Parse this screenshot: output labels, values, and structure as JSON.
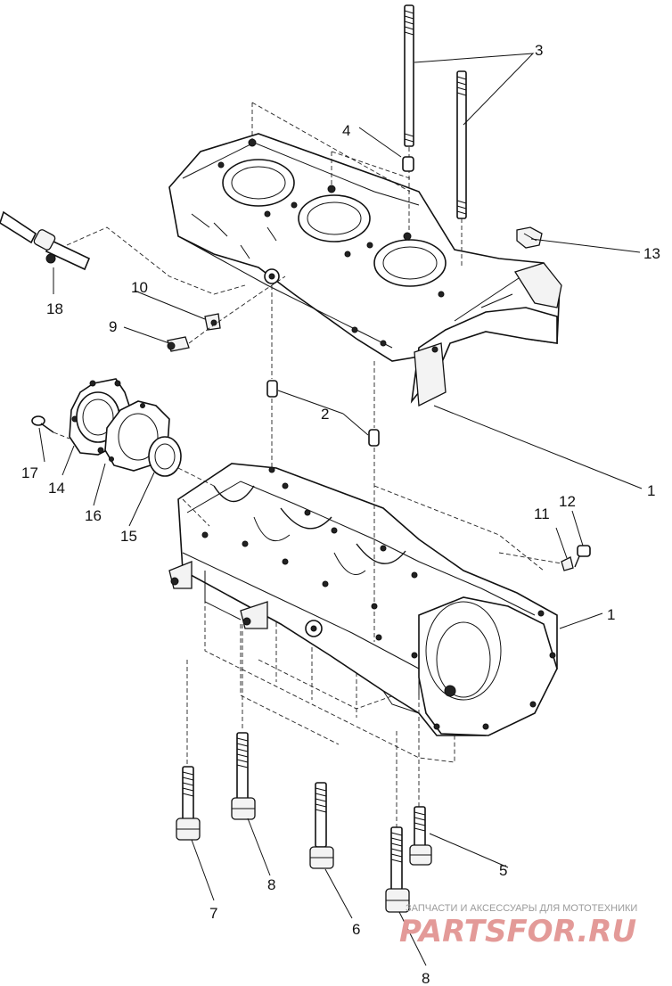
{
  "callouts": {
    "c1_upper": "1",
    "c1_lower": "1",
    "c2": "2",
    "c3": "3",
    "c4": "4",
    "c5": "5",
    "c6": "6",
    "c7": "7",
    "c8_left": "8",
    "c8_right": "8",
    "c9": "9",
    "c10": "10",
    "c11": "11",
    "c12": "12",
    "c13": "13",
    "c14": "14",
    "c15": "15",
    "c16": "16",
    "c17": "17",
    "c18": "18"
  },
  "watermark": {
    "tagline": "ЗАПЧАСТИ И АКСЕССУАРЫ ДЛЯ МОТОТЕХНИКИ",
    "logo": "PARTSFOR.RU"
  }
}
